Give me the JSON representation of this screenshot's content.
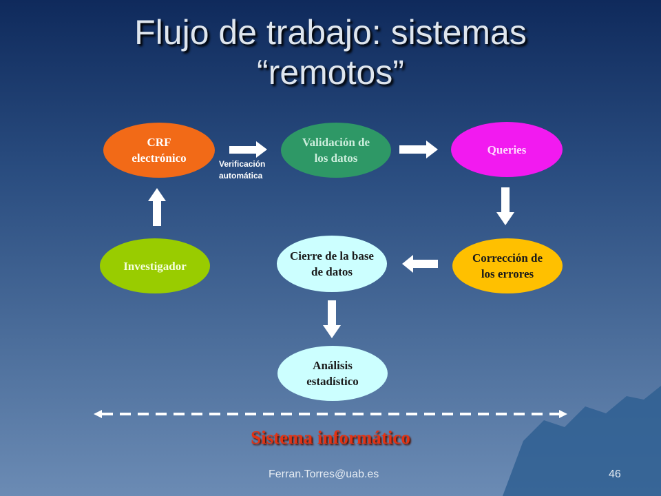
{
  "slide": {
    "title_line1": "Flujo de trabajo: sistemas",
    "title_line2": "“remotos”",
    "auto_check_label_1": "Verificación",
    "auto_check_label_2": "automática",
    "system_label": "Sistema informático",
    "footer_email": "Ferran.Torres@uab.es",
    "page_number": "46"
  },
  "nodes": {
    "crf": {
      "line1": "CRF",
      "line2": "electrónico",
      "color": "#f26a17"
    },
    "validation": {
      "line1": "Validación de",
      "line2": "los datos",
      "color": "#2e9866"
    },
    "queries": {
      "line1": "Queries",
      "color": "#f21af0"
    },
    "correction": {
      "line1": "Corrección de",
      "line2": "los errores",
      "color": "#ffc000"
    },
    "closure": {
      "line1": "Cierre de la base",
      "line2": "de datos",
      "color": "#ccffff"
    },
    "investigator": {
      "line1": "Investigador",
      "color": "#99cc00"
    },
    "analysis": {
      "line1": "Análisis",
      "line2": "estadístico",
      "color": "#ccffff"
    }
  }
}
